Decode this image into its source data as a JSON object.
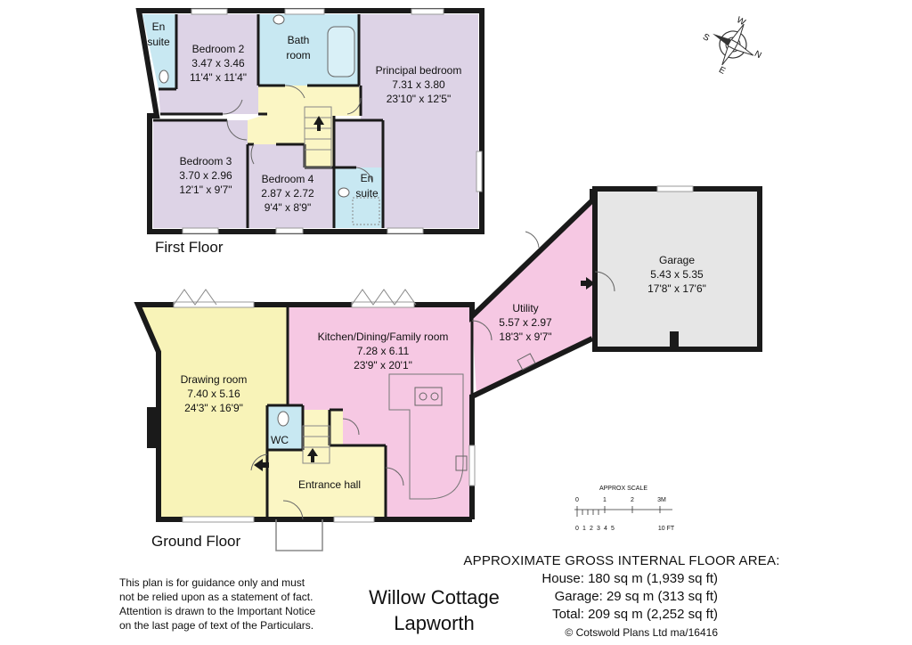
{
  "first_floor": {
    "label": "First Floor",
    "rooms": {
      "ensuite_top": [
        "En",
        "suite"
      ],
      "bedroom2": [
        "Bedroom 2",
        "3.47 x 3.46",
        "11'4\" x 11'4\""
      ],
      "bathroom": [
        "Bath",
        "room"
      ],
      "principal": [
        "Principal bedroom",
        "7.31 x 3.80",
        "23'10\" x 12'5\""
      ],
      "bedroom3": [
        "Bedroom 3",
        "3.70 x 2.96",
        "12'1\" x 9'7\""
      ],
      "bedroom4": [
        "Bedroom 4",
        "2.87 x 2.72",
        "9'4\" x 8'9\""
      ],
      "ensuite_mid": [
        "En",
        "suite"
      ]
    }
  },
  "ground_floor": {
    "label": "Ground Floor",
    "rooms": {
      "drawing": [
        "Drawing room",
        "7.40 x 5.16",
        "24'3\" x 16'9\""
      ],
      "kitchen": [
        "Kitchen/Dining/Family room",
        "7.28 x 6.11",
        "23'9\" x 20'1\""
      ],
      "utility": [
        "Utility",
        "5.57 x 2.97",
        "18'3\" x 9'7\""
      ],
      "garage": [
        "Garage",
        "5.43 x 5.35",
        "17'8\" x 17'6\""
      ],
      "wc": [
        "WC"
      ],
      "hall": [
        "Entrance hall"
      ]
    }
  },
  "compass": {
    "n": "N",
    "s": "S",
    "e": "E",
    "w": "W"
  },
  "scale": {
    "title": "APPROX SCALE",
    "metres": [
      "0",
      "1",
      "2",
      "3M"
    ],
    "feet": [
      "0",
      "1",
      "2",
      "3",
      "4",
      "5",
      "10 FT"
    ]
  },
  "disclaimer": [
    "This plan is for guidance only and must",
    "not be relied upon as a statement of fact.",
    "Attention is drawn to the Important Notice",
    "on the last page of text of the Particulars."
  ],
  "title": [
    "Willow Cottage",
    "Lapworth"
  ],
  "area": {
    "heading": "APPROXIMATE GROSS INTERNAL FLOOR AREA:",
    "house": "House: 180 sq m (1,939 sq ft)",
    "garage": "Garage: 29 sq m (313 sq ft)",
    "total": "Total: 209 sq m (2,252 sq ft)",
    "copyright": "© Cotswold Plans Ltd ma/16416"
  },
  "colors": {
    "bedroom": "#ddd3e6",
    "bathroom": "#c8e8f2",
    "landing": "#fbf6c4",
    "drawing": "#f8f3b8",
    "kitchen": "#f6c8e3",
    "garage": "#e6e6e6",
    "wall": "#1a1a1a"
  }
}
